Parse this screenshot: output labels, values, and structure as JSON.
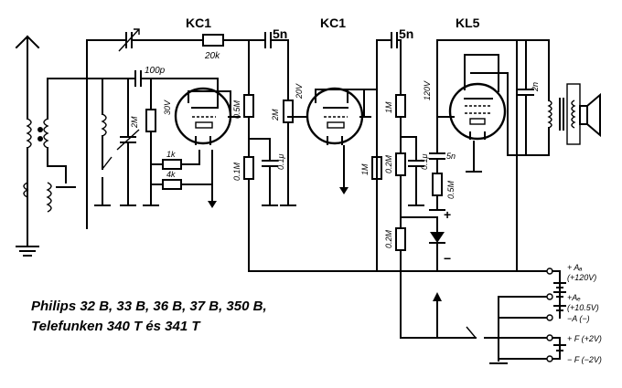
{
  "tubes": {
    "tube1": "KC1",
    "tube2": "KC1",
    "tube3": "KL5"
  },
  "components": {
    "r_grid": "20k",
    "c_coupling1": "5n",
    "c_coupling2": "5n",
    "c_input": "100p",
    "r_2m_a": "2M",
    "v_30": "30V",
    "r_1k": "1k",
    "r_4k": "4k",
    "r_05m": "0.5M",
    "r_2m_b": "2M",
    "v_20": "20V",
    "r_01m_a": "0.1M",
    "c_01u_a": "0.1μ",
    "r_1m_a": "1M",
    "r_1m_b": "1M",
    "r_02m_a": "0.2M",
    "c_01u_b": "0.1μ",
    "v_120": "120V",
    "c_5n": "5n",
    "r_05m_b": "0.5M",
    "r_02m_b": "0.2M",
    "c_2n": "2n",
    "plus": "+",
    "minus": "−"
  },
  "supply": {
    "a_plus": "+ Aₐ",
    "a_plus_v": "(+120V)",
    "a_g": "+Aₑ",
    "a_g_v": "(+10.5V)",
    "a_minus": "−A (−)",
    "f_plus": "+ F (+2V)",
    "f_minus": "− F (−2V)"
  },
  "caption": {
    "line1": "Philips 32 B, 33 B, 36 B, 37 B, 350 B,",
    "line2": "Telefunken 340 T és 341 T"
  }
}
